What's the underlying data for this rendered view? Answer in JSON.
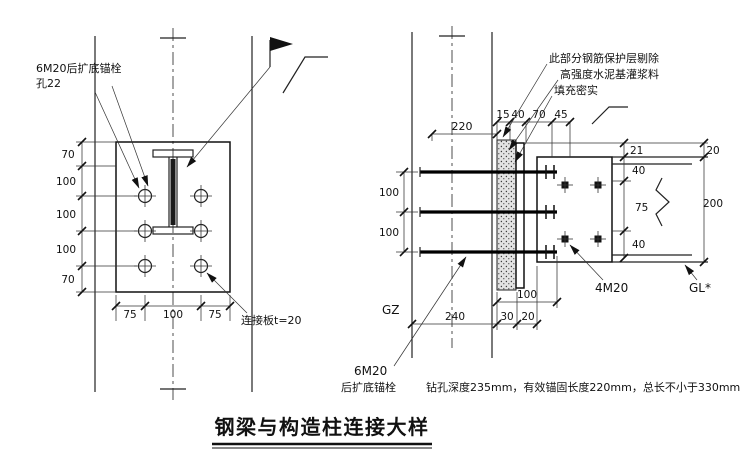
{
  "title": "钢梁与构造柱连接大样",
  "left_view": {
    "anchor_label": "6M20后扩底锚栓",
    "anchor_hole_label": "孔22",
    "plate_label": "连接板t=20",
    "dims_left": [
      "70",
      "100",
      "100",
      "100",
      "70"
    ],
    "dims_bottom": [
      "75",
      "100",
      "75"
    ]
  },
  "right_view": {
    "notes": [
      "此部分钢筋保护层剔除",
      "高强度水泥基灌浆料",
      "填充密实"
    ],
    "dim_220": "220",
    "dims_top": [
      "15",
      "40",
      "70",
      "45"
    ],
    "dims_right_inner": [
      "21",
      "40",
      "75",
      "40"
    ],
    "dim_20": "20",
    "dim_200": "200",
    "dims_anchor_spacing": [
      "100",
      "100"
    ],
    "dim_100_bottom": "100",
    "dims_bottom": [
      "240",
      "30",
      "20"
    ],
    "column_label": "GZ",
    "beam_label": "GL*",
    "bolts_label": "4M20",
    "anchor_label": "6M20",
    "anchor_label2": "后扩底锚栓",
    "anchor_note": "钻孔深度235mm，有效锚固长度220mm，总长不小于330mm"
  }
}
